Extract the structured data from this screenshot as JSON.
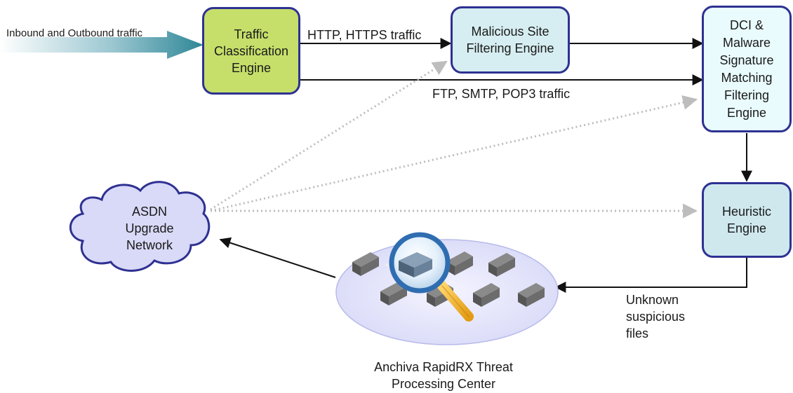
{
  "input_label": "Inbound and Outbound traffic",
  "nodes": {
    "traffic": [
      "Traffic",
      "Classification",
      "Engine"
    ],
    "malicious": [
      "Malicious Site",
      "Filtering Engine"
    ],
    "dci": [
      "DCI &",
      "Malware",
      "Signature",
      "Matching",
      "Filtering",
      "Engine"
    ],
    "heuristic": [
      "Heuristic",
      "Engine"
    ],
    "asdn": [
      "ASDN",
      "Upgrade",
      "Network"
    ]
  },
  "edge_labels": {
    "http": "HTTP, HTTPS traffic",
    "ftp": "FTP, SMTP, POP3 traffic",
    "unknown": [
      "Unknown",
      "suspicious",
      "files"
    ]
  },
  "center_label": [
    "Anchiva RapidRX Threat",
    "Processing Center"
  ],
  "colors": {
    "node_border": "#2e3191",
    "traffic_fill": "#c6df6a",
    "malicious_fill": "#d6eef1",
    "dci_fill": "#e9fbfd",
    "heuristic_fill": "#cfe8ee",
    "cloud_fill": "#d9d9f8",
    "dotted_arrow": "#bdbdbd",
    "input_arrow": "#3a8a9b"
  }
}
